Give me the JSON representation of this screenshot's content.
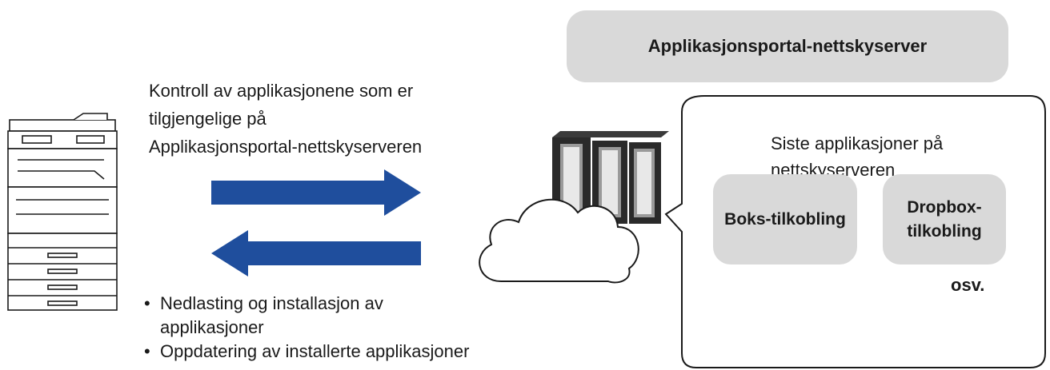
{
  "portal": {
    "title": "Applikasjonsportal-nettskyserver"
  },
  "check_text": {
    "lines": [
      "Kontroll av applikasjonene som er",
      "tilgjengelige på",
      "Applikasjonsportal-nettskyserveren"
    ]
  },
  "actions": {
    "items": [
      "Nedlasting og installasjon av applikasjoner",
      "Oppdatering av installerte applikasjoner"
    ]
  },
  "bubble": {
    "title_lines": [
      "Siste applikasjoner på",
      "nettskyserveren"
    ],
    "apps": [
      "Boks-tilkobling",
      "Dropbox-tilkobling"
    ],
    "more": "osv."
  },
  "colors": {
    "arrow": "#1f4e9d",
    "box_fill": "#d9d9d9",
    "ink": "#1a1a1a"
  },
  "icons": {
    "device": "multifunction-printer-icon",
    "server": "cloud-server-icon"
  }
}
